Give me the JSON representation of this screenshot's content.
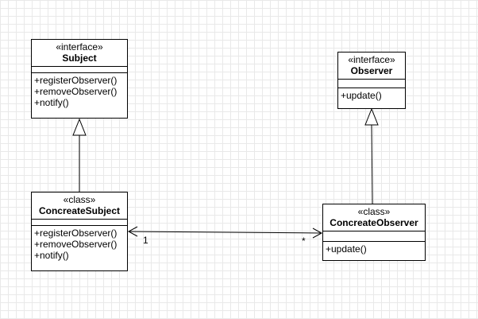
{
  "classes": {
    "subject": {
      "stereotype": "«interface»",
      "name": "Subject",
      "operations": [
        "+registerObserver()",
        "+removeObserver()",
        "+notify()"
      ]
    },
    "observer": {
      "stereotype": "«interface»",
      "name": "Observer",
      "operations": [
        "+update()"
      ]
    },
    "concrete_subject": {
      "stereotype": "«class»",
      "name": "ConcreateSubject",
      "operations": [
        "+registerObserver()",
        "+removeObserver()",
        "+notify()"
      ]
    },
    "concrete_observer": {
      "stereotype": "«class»",
      "name": "ConcreateObserver",
      "operations": [
        "+update()"
      ]
    }
  },
  "association": {
    "multiplicity_subject_end": "1",
    "multiplicity_observer_end": "*"
  }
}
